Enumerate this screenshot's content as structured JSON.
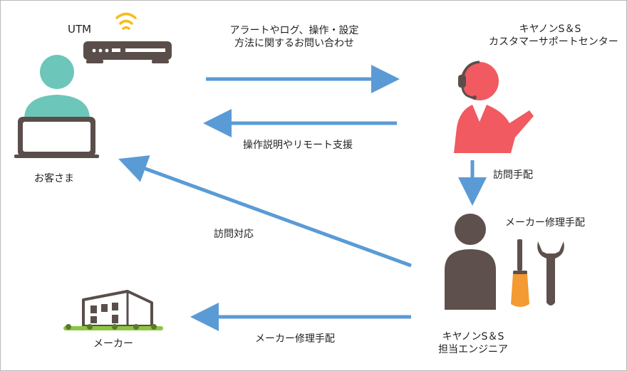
{
  "nodes": {
    "utm": "UTM",
    "customer": "お客さま",
    "support_center": {
      "line1": "キヤノンS＆S",
      "line2": "カスタマーサポートセンター"
    },
    "engineer": {
      "line1": "キヤノンS＆S",
      "line2": "担当エンジニア"
    },
    "maker": "メーカー"
  },
  "flows": {
    "inquiry": {
      "line1": "アラートやログ、操作・設定",
      "line2": "方法に関するお問い合わせ"
    },
    "remote_support": "操作説明やリモート支援",
    "visit_arrangement": "訪問手配",
    "maker_repair_arrangement": "メーカー修理手配",
    "visit_response": "訪問対応",
    "maker_repair_to_maker": "メーカー修理手配"
  },
  "colors": {
    "arrow": "#5b9bd5",
    "customer_figure": "#6cc6b9",
    "laptop": "#5a4e4b",
    "wifi": "#f5bd1e",
    "operator": "#f15a60",
    "engineer": "#5e504c",
    "tool_orange": "#f39a32",
    "grass": "#8cc63f"
  }
}
